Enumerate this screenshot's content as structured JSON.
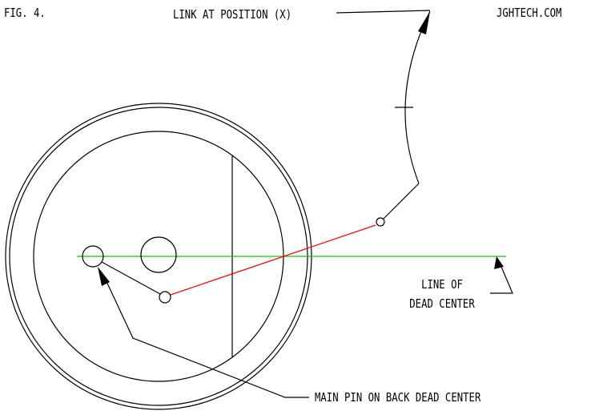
{
  "labels": {
    "figure_number": "FIG. 4.",
    "website": "JGHTECH.COM",
    "link_position": "LINK AT POSITION (X)",
    "line_of_dead_center_1": "LINE OF",
    "line_of_dead_center_2": "DEAD CENTER",
    "main_pin": "MAIN PIN ON BACK DEAD CENTER"
  },
  "colors": {
    "background": "#ffffff",
    "line": "#000000",
    "dead_center_line": "#00cc00",
    "link_rod": "#ff0000"
  }
}
